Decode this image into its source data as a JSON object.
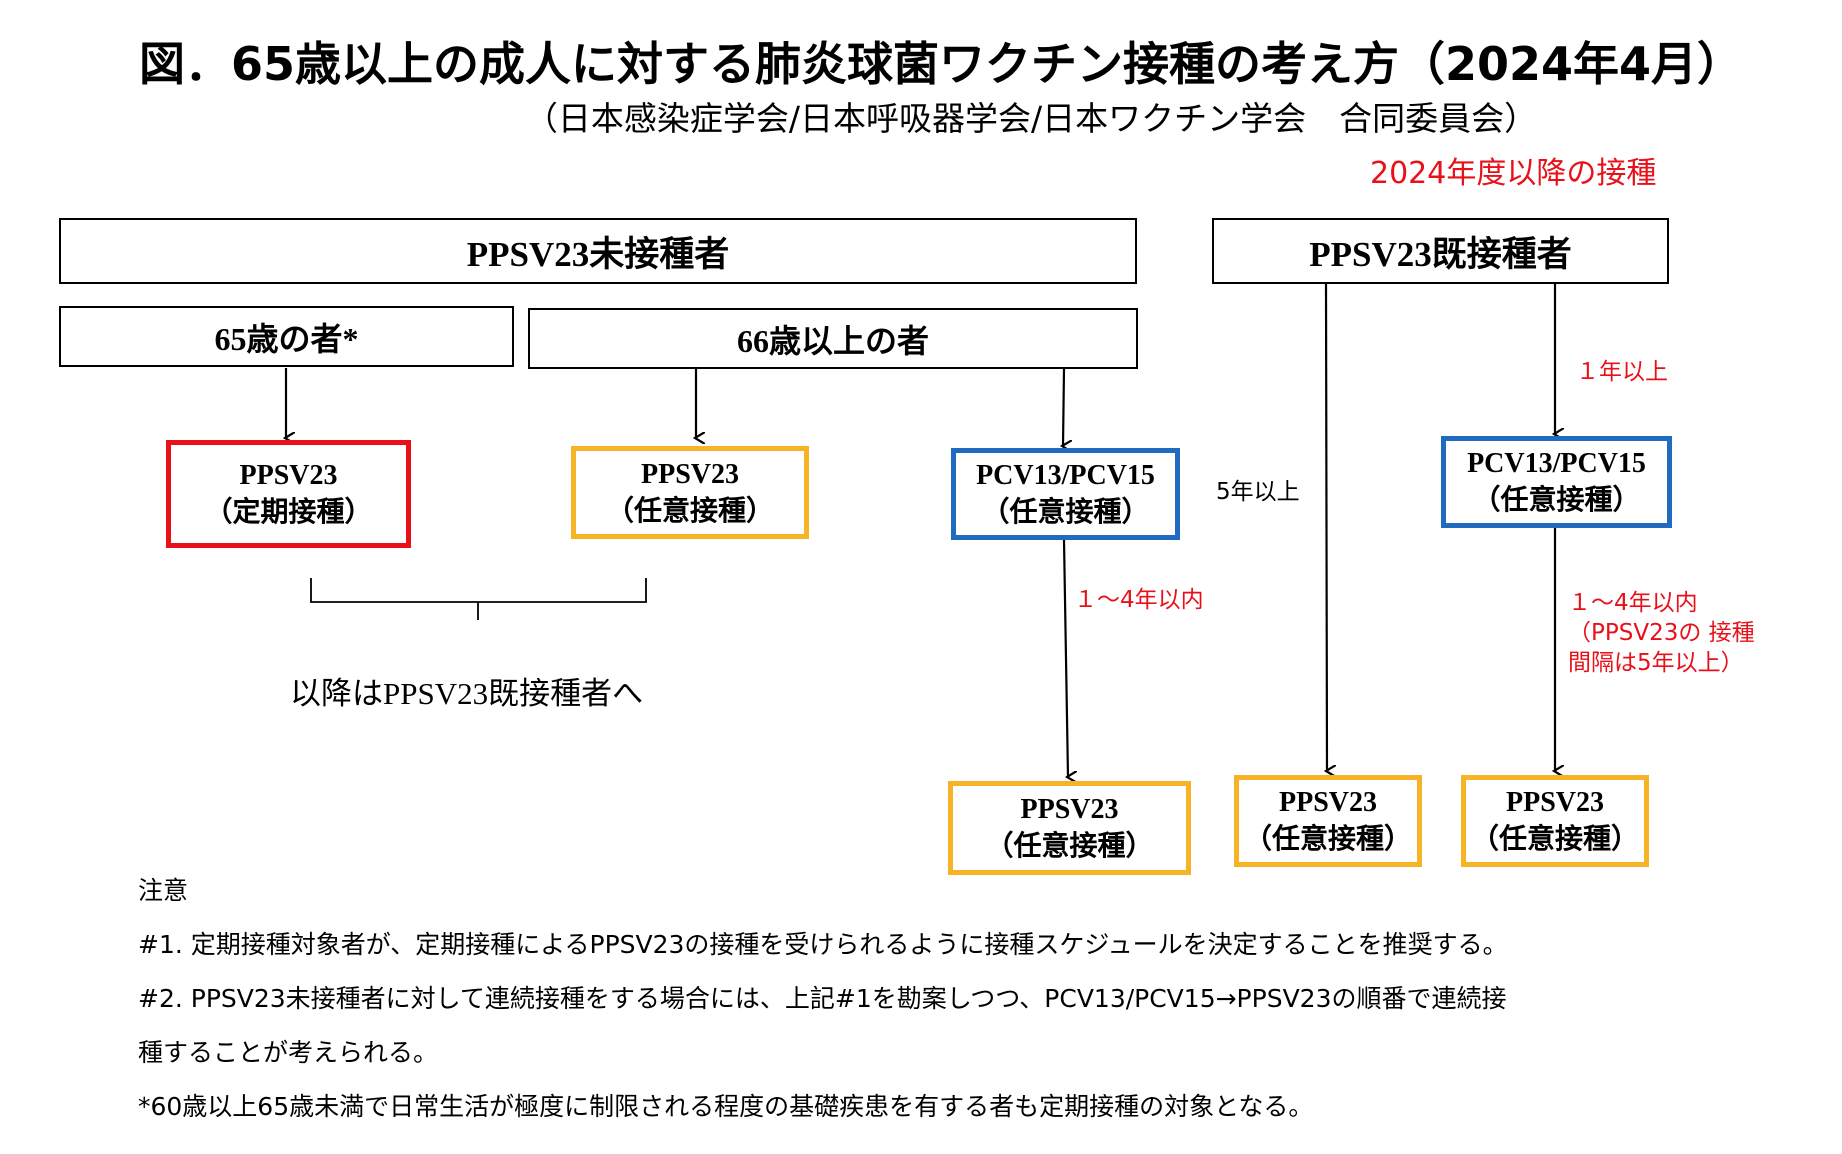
{
  "header": {
    "title": "図．65歳以上の成人に対する肺炎球菌ワクチン接種の考え方（2024年4月）",
    "subtitle": "（日本感染症学会/日本呼吸器学会/日本ワクチン学会　合同委員会）",
    "since_label": "2024年度以降の接種"
  },
  "groups": {
    "unvaccinated": "PPSV23未接種者",
    "vaccinated": "PPSV23既接種者",
    "age65": "65歳の者*",
    "age66plus": "66歳以上の者"
  },
  "vaccines": {
    "ppsv23_routine": {
      "name": "PPSV23",
      "type": "（定期接種）"
    },
    "ppsv23_optional_a": {
      "name": "PPSV23",
      "type": "（任意接種）"
    },
    "pcv_optional_a": {
      "name": "PCV13/PCV15",
      "type": "（任意接種）"
    },
    "pcv_optional_b": {
      "name": "PCV13/PCV15",
      "type": "（任意接種）"
    },
    "ppsv23_after_pcv_a": {
      "name": "PPSV23",
      "type": "（任意接種）"
    },
    "ppsv23_after_5y": {
      "name": "PPSV23",
      "type": "（任意接種）"
    },
    "ppsv23_after_pcv_b": {
      "name": "PPSV23",
      "type": "（任意接種）"
    }
  },
  "intervals": {
    "pcv_to_ppsv_a": "１～4年以内",
    "five_years": "5年以上",
    "one_year": "１年以上",
    "pcv_to_ppsv_b_line1": "１～4年以内",
    "pcv_to_ppsv_b_line2": "（PPSV23の 接種",
    "pcv_to_ppsv_b_line3": "間隔は5年以上）"
  },
  "bracket_label": "以降はPPSV23既接種者へ",
  "notes": {
    "heading": "注意",
    "note1": "#1. 定期接種対象者が、定期接種によるPPSV23の接種を受けられるように接種スケジュールを決定することを推奨する。",
    "note2_line1": "#2. PPSV23未接種者に対して連続接種をする場合には、上記#1を勘案しつつ、PCV13/PCV15→PPSV23の順番で連続接",
    "note2_line2": "種することが考えられる。",
    "footnote": "*60歳以上65歳未満で日常生活が極度に制限される程度の基礎疾患を有する者も定期接種の対象となる。"
  },
  "colors": {
    "routine": "#e8111a",
    "optional_ppsv": "#f5b325",
    "optional_pcv": "#1f6bbf",
    "interval_text": "#e8111a"
  }
}
